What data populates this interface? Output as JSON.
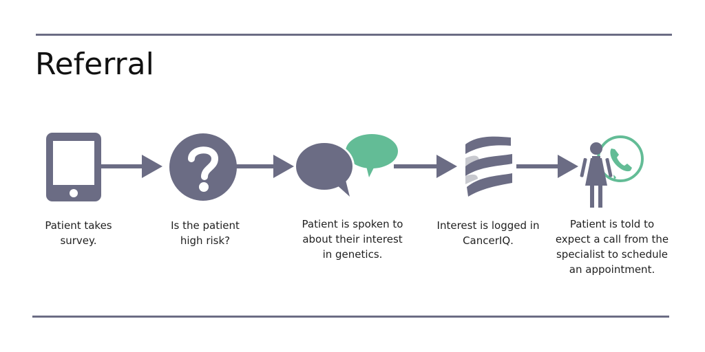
{
  "title": "Referral",
  "steps": [
    {
      "icon": "tablet-icon",
      "caption": "Patient takes\nsurvey."
    },
    {
      "icon": "question-mark-icon",
      "caption": "Is the patient\nhigh risk?"
    },
    {
      "icon": "speech-bubbles-icon",
      "caption": "Patient is spoken to\nabout their interest\nin genetics."
    },
    {
      "icon": "canceriq-logo-icon",
      "caption": "Interest is logged in\nCancerIQ."
    },
    {
      "icon": "woman-phone-icon",
      "caption": "Patient is told to\nexpect a call from the\nspecialist to schedule\nan appointment."
    }
  ],
  "colors": {
    "slate": "#6b6c84",
    "green": "#63bc96",
    "light_gray": "#c8c9cf"
  }
}
